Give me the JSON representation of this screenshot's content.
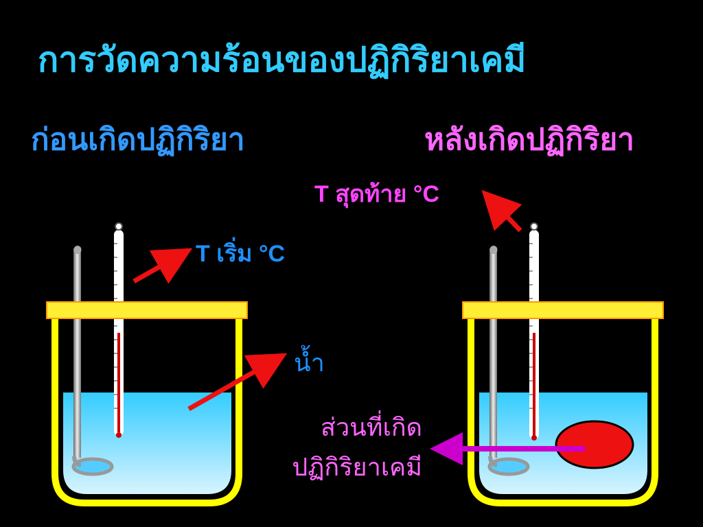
{
  "title": "การวัดความร้อนของปฏิกิริยาเคมี",
  "before_label": "ก่อนเกิดปฏิกิริยา",
  "after_label": "หลังเกิดปฏิกิริยา",
  "temp_start_label": "T เริ่ม °C",
  "temp_end_label": "T สุดท้าย °C",
  "water_label": "น้ำ",
  "reaction_label_line1": "ส่วนที่เกิด",
  "reaction_label_line2": "ปฏิกิริยาเคมี",
  "colors": {
    "title": "#33ccff",
    "before": "#3399ff",
    "after": "#ff66ff",
    "beaker_rim": "#ffff00",
    "lid": "#ffee33",
    "water": "#33ccff",
    "arrow_red": "#ee1111",
    "arrow_magenta": "#cc00cc",
    "reaction_blob": "#ee1111"
  }
}
